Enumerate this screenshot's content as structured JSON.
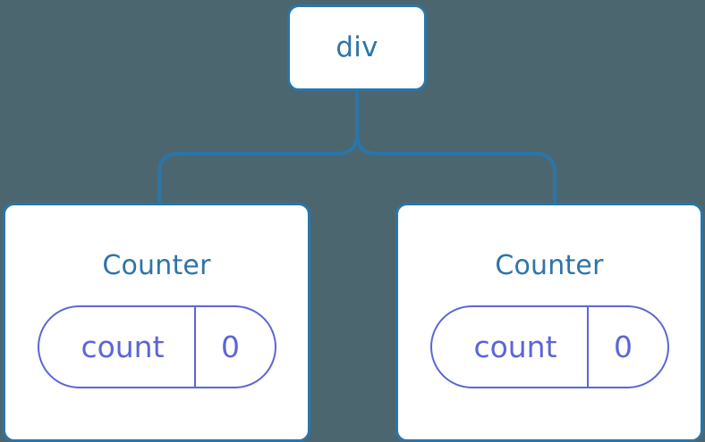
{
  "diagram": {
    "type": "component-tree",
    "background_color": "#4c6670",
    "node_border_color": "#2b75a8",
    "node_fill_color": "#ffffff",
    "connector_color": "#2b75a8",
    "title_text_color": "#2e74a8",
    "state_accent_color": "#5c66d6"
  },
  "root": {
    "label": "div"
  },
  "children": [
    {
      "title": "Counter",
      "state": {
        "key": "count",
        "value": "0"
      }
    },
    {
      "title": "Counter",
      "state": {
        "key": "count",
        "value": "0"
      }
    }
  ]
}
